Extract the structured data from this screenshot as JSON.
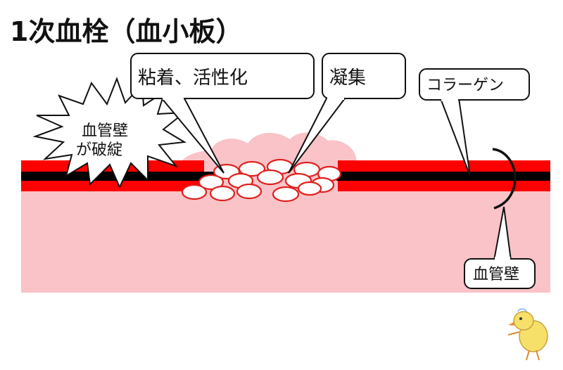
{
  "title": "1次血栓（血小板）",
  "callouts": {
    "adhesion": "粘着、活性化",
    "aggregation": "凝集",
    "collagen": "コラーゲン",
    "vessel_wall": "血管壁"
  },
  "burst": {
    "line1": "血管壁",
    "line2": "が破綻"
  },
  "colors": {
    "vessel_wall": "#ff0000",
    "collagen": "#000000",
    "tissue": "#f9c3c8",
    "platelet_fill": "#ffffff",
    "platelet_outline": "#e0201c"
  }
}
